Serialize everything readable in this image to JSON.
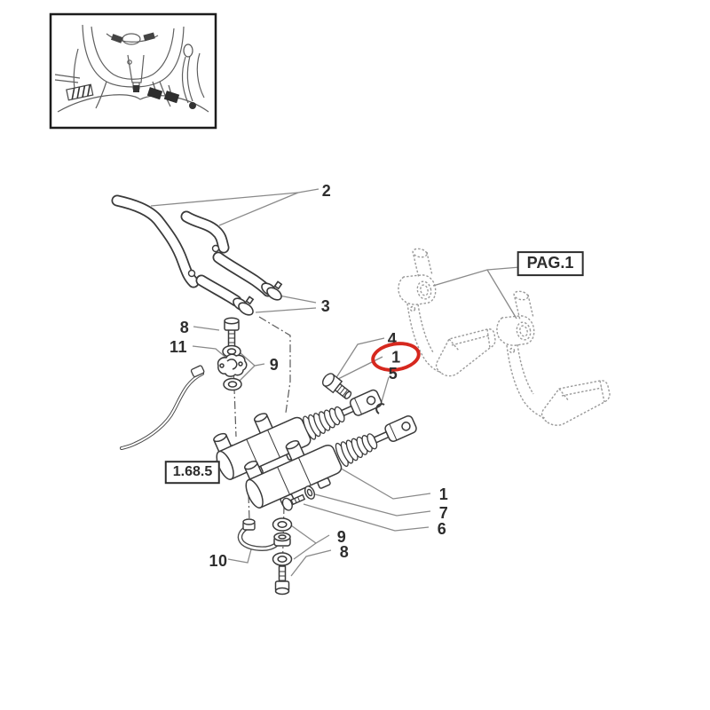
{
  "diagram": {
    "callouts": {
      "hoses_upper": "2",
      "hose_clamps": "3",
      "bolt_top": "8",
      "clip_bracket": "11",
      "washers_top": "9",
      "banjo_bolt": "4",
      "highlighted_part": "1",
      "snap_ring": "5",
      "cylinder_assembly": "1",
      "washer_side": "7",
      "bolt_side": "6",
      "washers_bottom": "9",
      "bolt_bottom": "8",
      "pipe_elbow": "10"
    },
    "links": {
      "page_ref": "PAG.1",
      "section_ref": "1.68.5"
    },
    "colors": {
      "highlight": "#d6281e",
      "line": "#3a3a3a",
      "leader": "#8a8a8a",
      "sketch": "#9a9a9a",
      "background": "#ffffff"
    }
  }
}
